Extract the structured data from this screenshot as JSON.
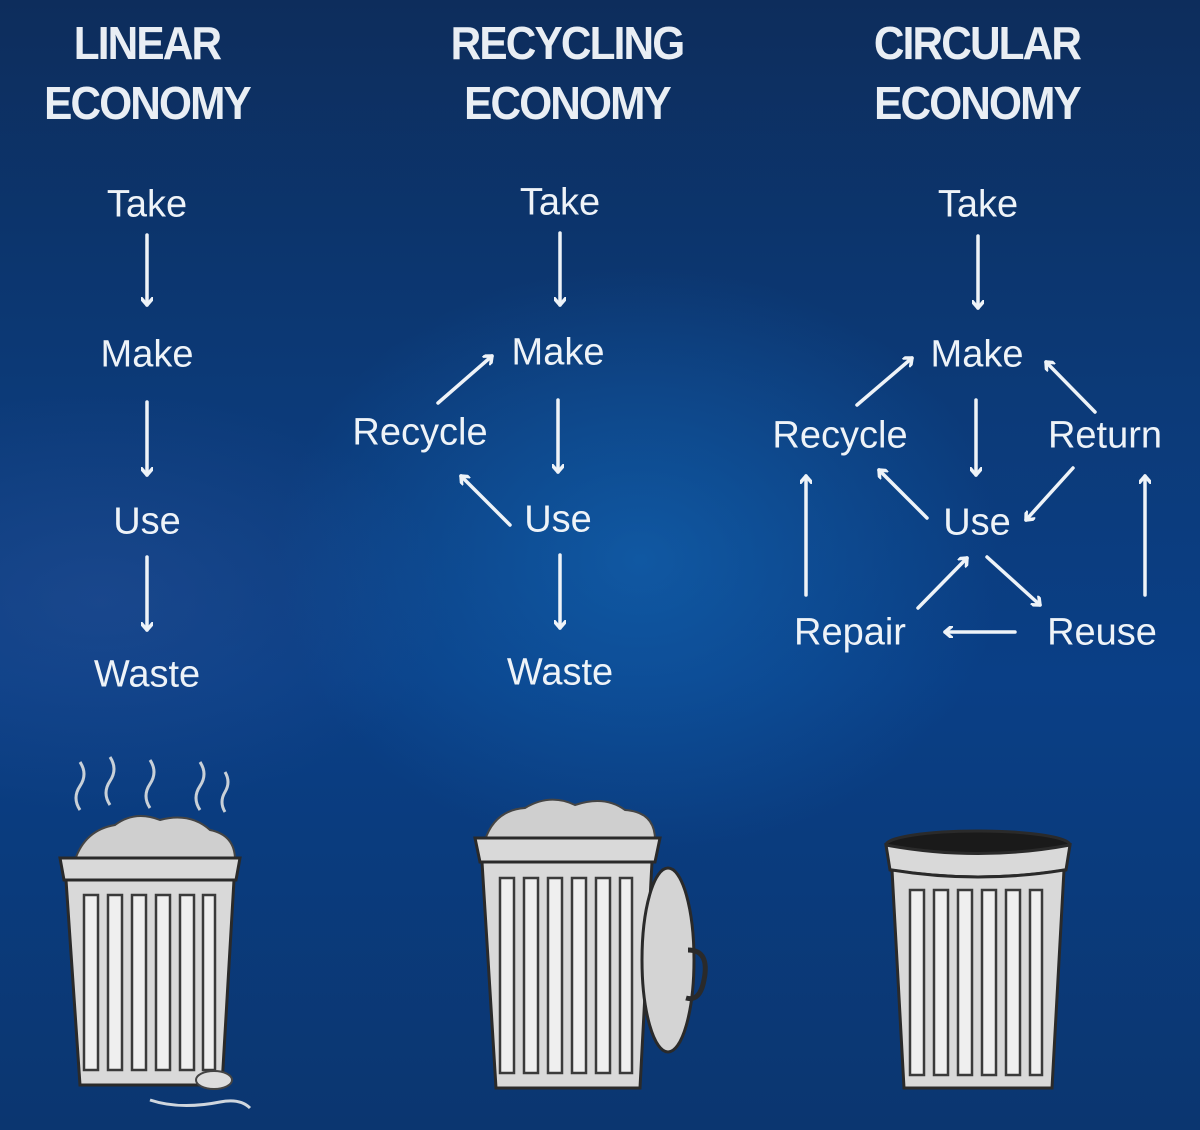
{
  "columns": [
    {
      "title_line1": "LINEAR",
      "title_line2": "ECONOMY",
      "nodes": {
        "take": "Take",
        "make": "Make",
        "use": "Use",
        "waste": "Waste"
      }
    },
    {
      "title_line1": "RECYCLING",
      "title_line2": "ECONOMY",
      "nodes": {
        "take": "Take",
        "make": "Make",
        "recycle": "Recycle",
        "use": "Use",
        "waste": "Waste"
      }
    },
    {
      "title_line1": "CIRCULAR",
      "title_line2": "ECONOMY",
      "nodes": {
        "take": "Take",
        "make": "Make",
        "recycle": "Recycle",
        "return": "Return",
        "use": "Use",
        "repair": "Repair",
        "reuse": "Reuse"
      }
    }
  ]
}
